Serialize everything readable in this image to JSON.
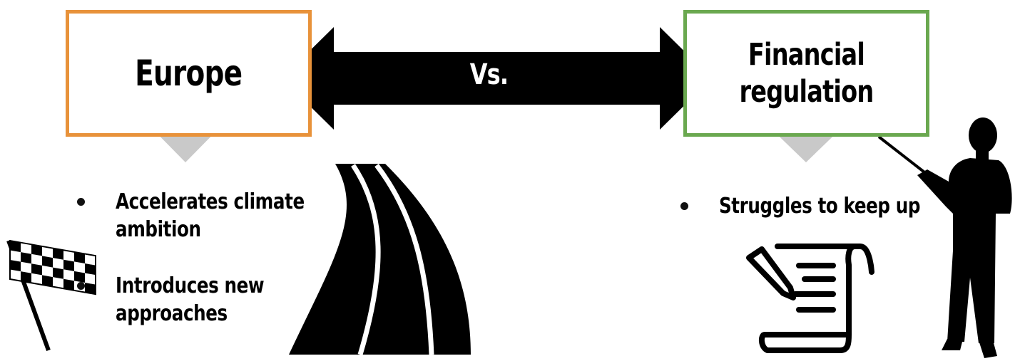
{
  "left_box": {
    "title": "Europe",
    "border_color": "#e8923a"
  },
  "right_box": {
    "title_line1": "Financial",
    "title_line2": "regulation",
    "border_color": "#6aa84f"
  },
  "versus": {
    "label": "Vs."
  },
  "left_bullets": [
    {
      "line1": "Accelerates climate",
      "line2": "ambition"
    },
    {
      "line1": "Introduces new",
      "line2": "approaches"
    }
  ],
  "right_bullets": [
    {
      "line1": "Struggles to keep up"
    }
  ],
  "icons": {
    "double_arrow": "double-arrow-icon",
    "flag": "checkered-flag-icon",
    "road": "road-icon",
    "document": "document-edit-icon",
    "presenter": "presenter-silhouette-icon"
  }
}
